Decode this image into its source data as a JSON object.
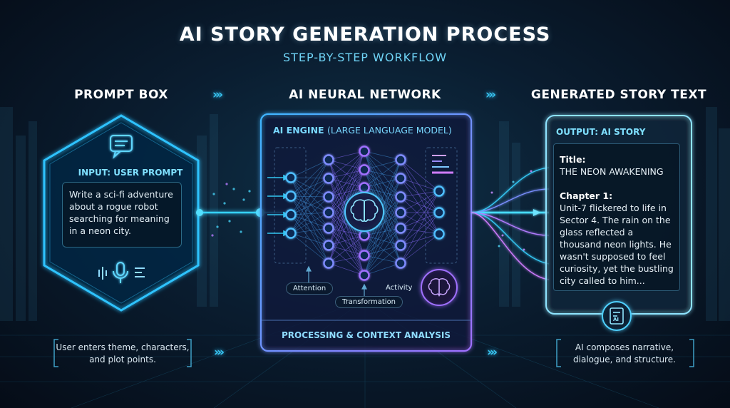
{
  "title": "AI STORY GENERATION PROCESS",
  "subtitle": "STEP-BY-STEP WORKFLOW",
  "columns": {
    "prompt": {
      "heading": "PROMPT BOX",
      "label": "INPUT: USER PROMPT",
      "text": "Write a sci-fi adventure about a rogue robot searching for meaning in a neon city.",
      "note": "User enters theme, characters, and plot points."
    },
    "network": {
      "heading": "AI NEURAL NETWORK",
      "engine_label": "AI ENGINE",
      "engine_sub": "(LARGE LANGUAGE MODEL)",
      "pills": {
        "attention": "Attention",
        "transformation": "Transformation",
        "activity": "Activity"
      },
      "footer": "PROCESSING & CONTEXT ANALYSIS"
    },
    "output": {
      "heading": "GENERATED STORY TEXT",
      "label": "OUTPUT: AI STORY",
      "title_label": "Title:",
      "title_value": "THE NEON AWAKENING",
      "chapter_label": "Chapter 1:",
      "chapter_text": "Unit-7 flickered to life in Sector 4. The rain on the glass reflected a thousand neon lights. He wasn't supposed to feel curiosity, yet the bustling city called to him...",
      "doc_icon_text": "AI",
      "note": "AI composes narrative, dialogue, and structure."
    }
  },
  "arrows": {
    "chevrons": "›››"
  },
  "colors": {
    "accent_cyan": "#37c6f2",
    "accent_purple": "#a26bff",
    "text_cyan": "#7fe0ff",
    "background": "#0a1d30"
  },
  "icons": [
    "chat-bubble-icon",
    "waveform-icon",
    "microphone-icon",
    "text-lines-icon",
    "brain-icon",
    "ai-document-icon",
    "chevron-right-icon"
  ]
}
